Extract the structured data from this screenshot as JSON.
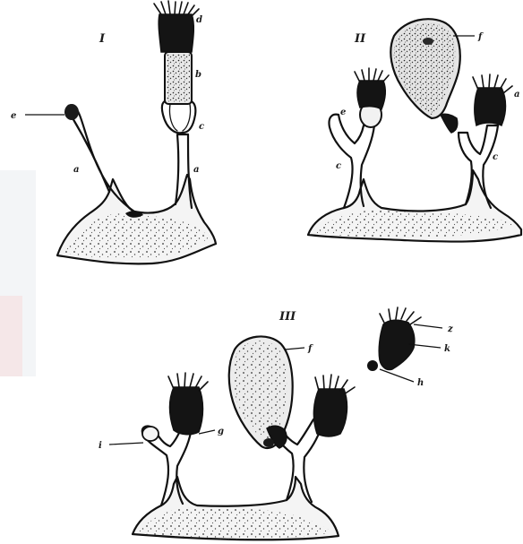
{
  "figure": {
    "panels": [
      {
        "numeral": "I",
        "labels": [
          "a",
          "b",
          "c",
          "d",
          "e",
          "a"
        ]
      },
      {
        "numeral": "II",
        "labels": [
          "f",
          "a",
          "e",
          "c",
          "c"
        ]
      },
      {
        "numeral": "III",
        "labels": [
          "f",
          "g",
          "i",
          "z",
          "k",
          "h"
        ]
      }
    ]
  },
  "colors": {
    "ink": "#111111",
    "paper": "#ffffff",
    "tissue": "#f4f4f4"
  }
}
